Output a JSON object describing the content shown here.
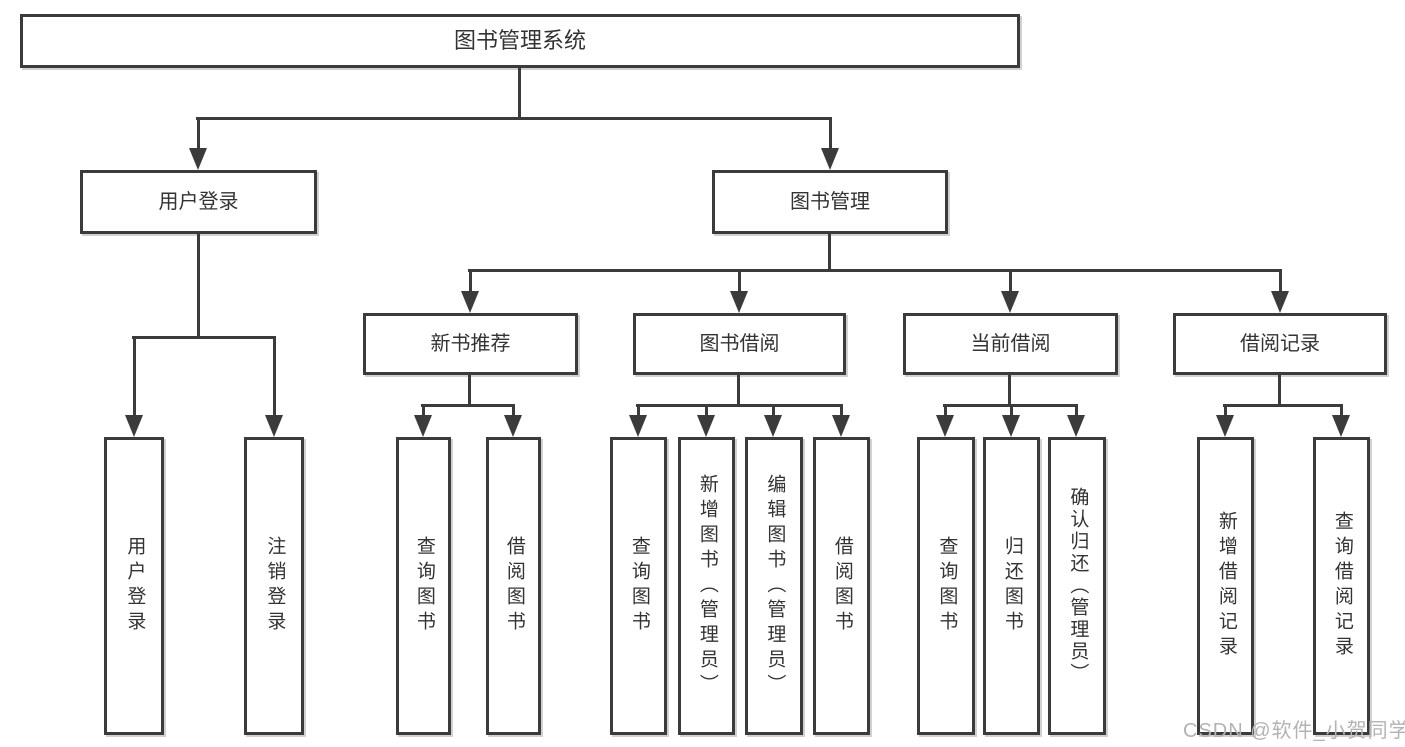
{
  "diagram": {
    "root": "图书管理系统",
    "user_login": {
      "label": "用户登录",
      "children": {
        "login": "用户登录",
        "logout": "注销登录"
      }
    },
    "book_mgmt": {
      "label": "图书管理",
      "new_book_rec": {
        "label": "新书推荐",
        "children": {
          "query_books": "查询图书",
          "borrow_books": "借阅图书"
        }
      },
      "book_borrow": {
        "label": "图书借阅",
        "children": {
          "query_books": "查询图书",
          "add_books": "新增图书（管理员）",
          "edit_books": "编辑图书（管理员）",
          "borrow_books": "借阅图书"
        }
      },
      "current_borrow": {
        "label": "当前借阅",
        "children": {
          "query_books": "查询图书",
          "return_books": "归还图书",
          "confirm_return": "确认归还（管理员）"
        }
      },
      "borrow_records": {
        "label": "借阅记录",
        "children": {
          "add_record": "新增借阅记录",
          "query_record": "查询借阅记录"
        }
      }
    }
  },
  "watermark": "CSDN @软件_小贺同学",
  "colors": {
    "line": "#3b3b3b",
    "box_background": "#ffffff",
    "text": "#333333",
    "watermark": "#b3b3b3"
  }
}
